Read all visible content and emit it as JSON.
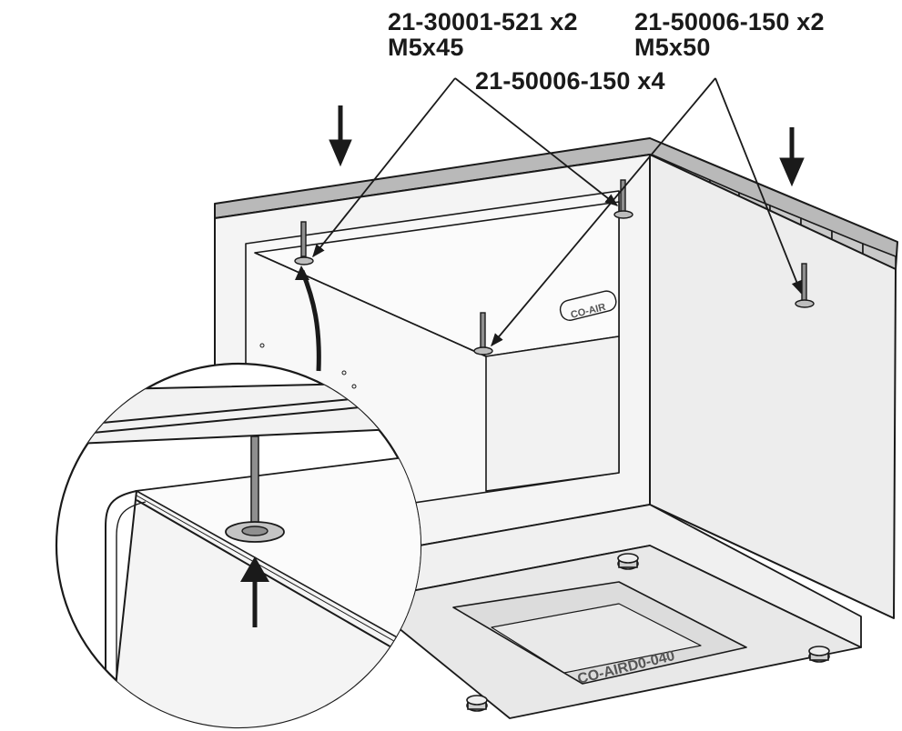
{
  "callouts": {
    "a": {
      "part": "21-30001-521 x2",
      "size": "M5x45"
    },
    "b": {
      "part": "21-50006-150 x2",
      "size": "M5x50"
    },
    "c": {
      "part": "21-50006-150 x4"
    }
  },
  "engravings": {
    "side_label": "CO-AIR",
    "bottom_label": "CO-AIRD0-040"
  },
  "colors": {
    "line": "#1a1a1a",
    "top_panel": "#b9b9b9",
    "panel_light": "#f4f4f4",
    "panel_mid": "#e6e6e6",
    "hardware": "#8f8f8f"
  },
  "icons": [
    "arrow-down-icon",
    "arrow-up-icon",
    "bolt-icon",
    "washer-icon",
    "detail-magnifier-circle"
  ]
}
